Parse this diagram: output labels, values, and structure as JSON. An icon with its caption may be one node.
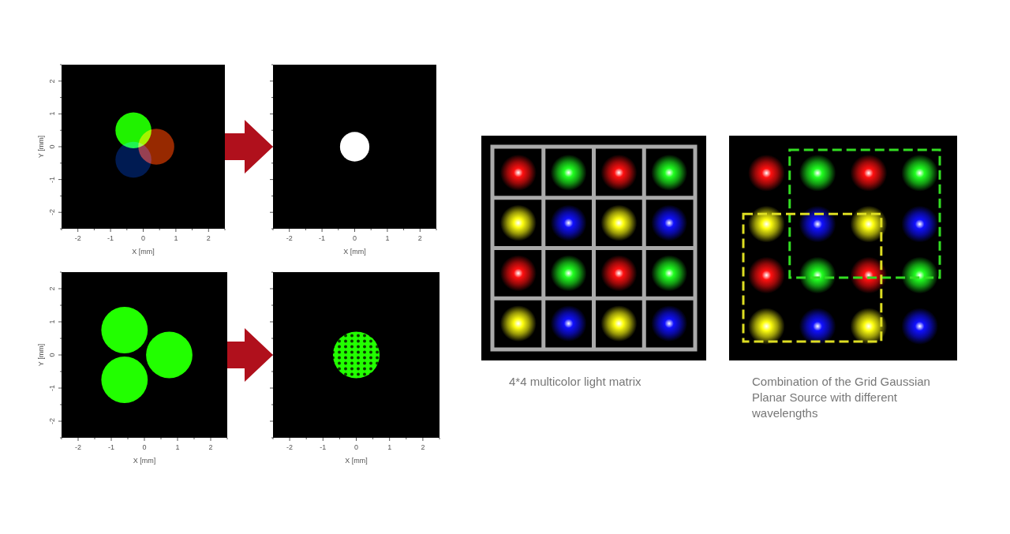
{
  "diagram": {
    "nodes": [
      {
        "text": [],
        "shape": "picture"
      },
      {
        "text": [],
        "shape": "picture"
      },
      {
        "text": [],
        "shape": "picture"
      },
      {
        "text": [],
        "shape": "picture"
      },
      {
        "text": [],
        "shape": "picture",
        "beside": [
          "4*4 multicolor light matrix"
        ]
      },
      {
        "text": [],
        "shape": "picture",
        "beside": [
          "Combination of the Grid Gaussian Planar Source with different wavelengths"
        ]
      }
    ],
    "edges": [
      {
        "from": 0,
        "to": 1,
        "arrow": "to",
        "style": "thick"
      },
      {
        "from": 2,
        "to": 3,
        "arrow": "to",
        "style": "thick"
      }
    ],
    "labels": [
      "Y [mm]",
      "2",
      "1",
      "0",
      "-1",
      "-2",
      "-2",
      "-1",
      "0",
      "1",
      "2",
      "X [mm]",
      "-2",
      "-1",
      "0",
      "1",
      "2",
      "X [mm]",
      "Y [mm]",
      "2",
      "1",
      "0",
      "-1",
      "-2",
      "-2",
      "-1",
      "0",
      "1",
      "2",
      "X [mm]",
      "-2",
      "-1",
      "0",
      "1",
      "2",
      "X [mm]"
    ]
  }
}
